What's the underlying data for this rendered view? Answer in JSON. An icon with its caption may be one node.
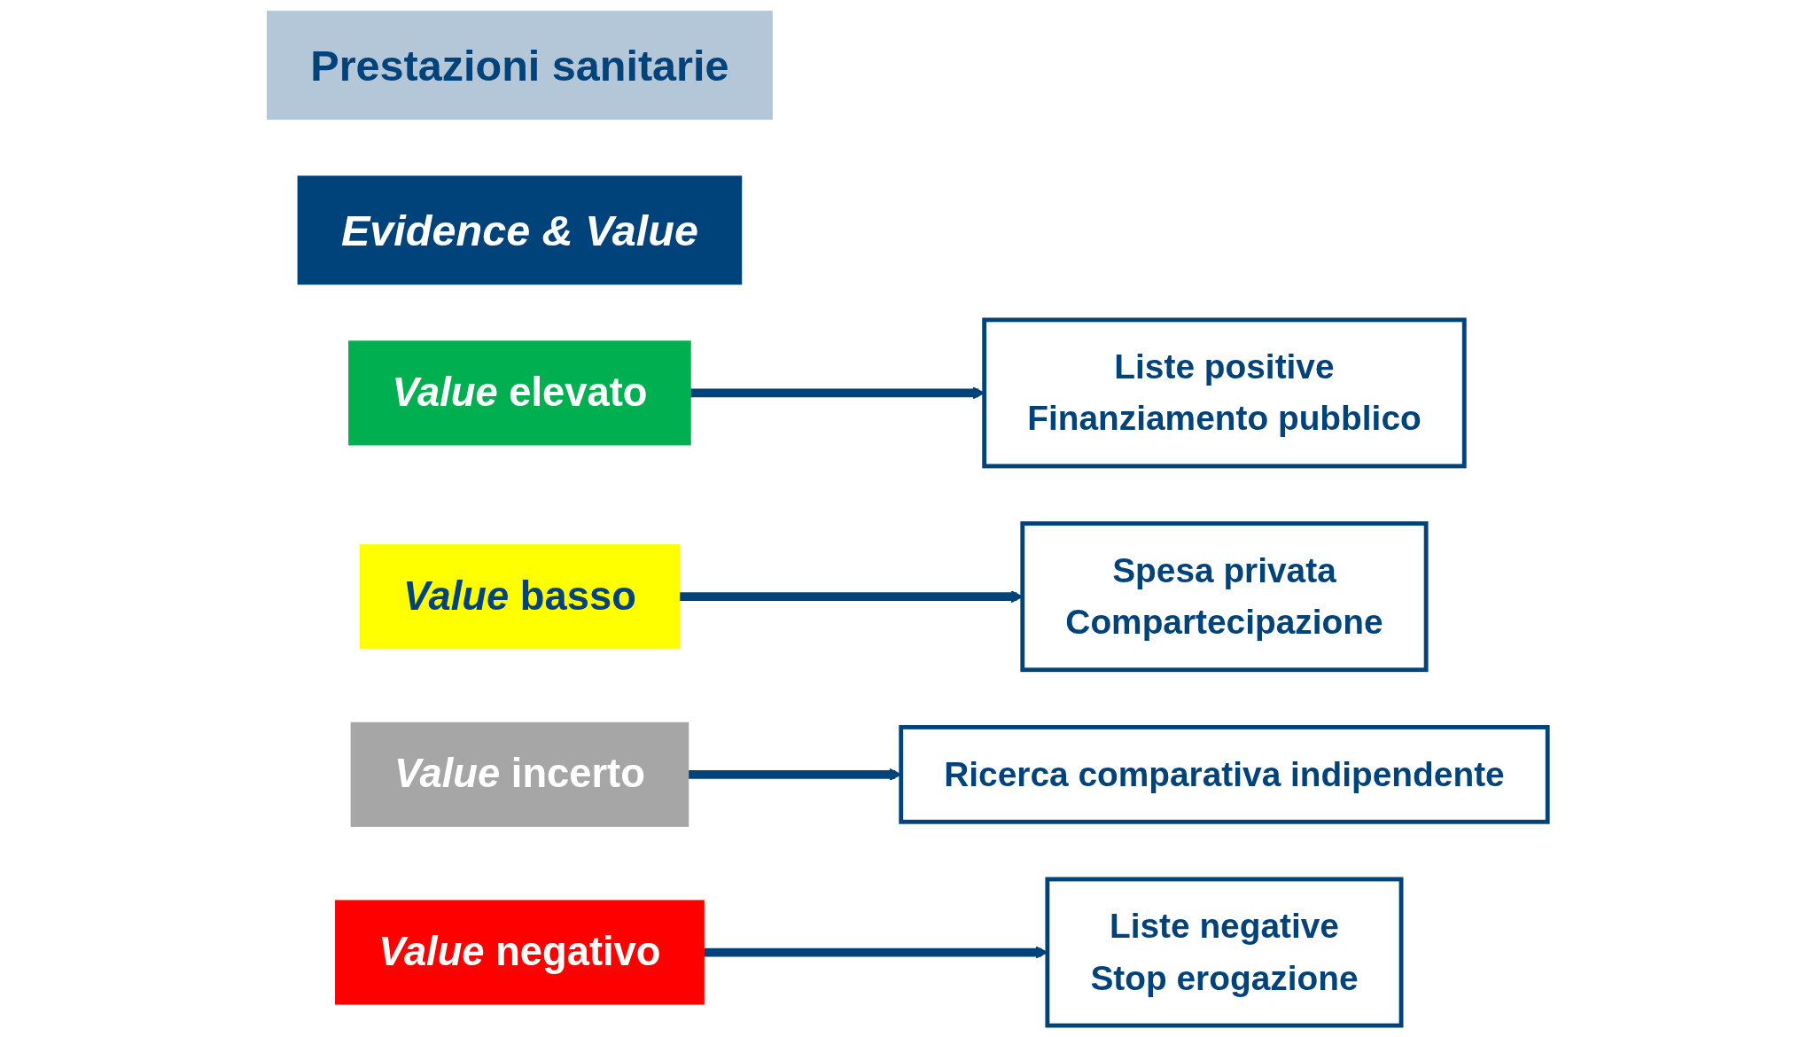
{
  "diagram": {
    "nodes": [
      {
        "text": [
          "Prestazioni sanitarie"
        ]
      },
      {
        "text": [
          "Evidence & Value"
        ]
      },
      {
        "text": [
          "*Value* elevato"
        ]
      },
      {
        "text": [
          "*Value* basso"
        ]
      },
      {
        "text": [
          "*Value* incerto"
        ]
      },
      {
        "text": [
          "*Value* negativo"
        ]
      },
      {
        "text": [
          "Liste positive",
          "Finanziamento pubblico"
        ]
      },
      {
        "text": [
          "Spesa privata",
          "Compartecipazione"
        ]
      },
      {
        "text": [
          "Ricerca comparativa indipendente"
        ]
      },
      {
        "text": [
          "Liste negative",
          "Stop erogazione"
        ]
      }
    ],
    "edges": [
      {
        "from": 2,
        "to": 6,
        "arrow": "to"
      },
      {
        "from": 3,
        "to": 7,
        "arrow": "to"
      },
      {
        "from": 4,
        "to": 8,
        "arrow": "to"
      },
      {
        "from": 5,
        "to": 9,
        "arrow": "to"
      }
    ]
  }
}
